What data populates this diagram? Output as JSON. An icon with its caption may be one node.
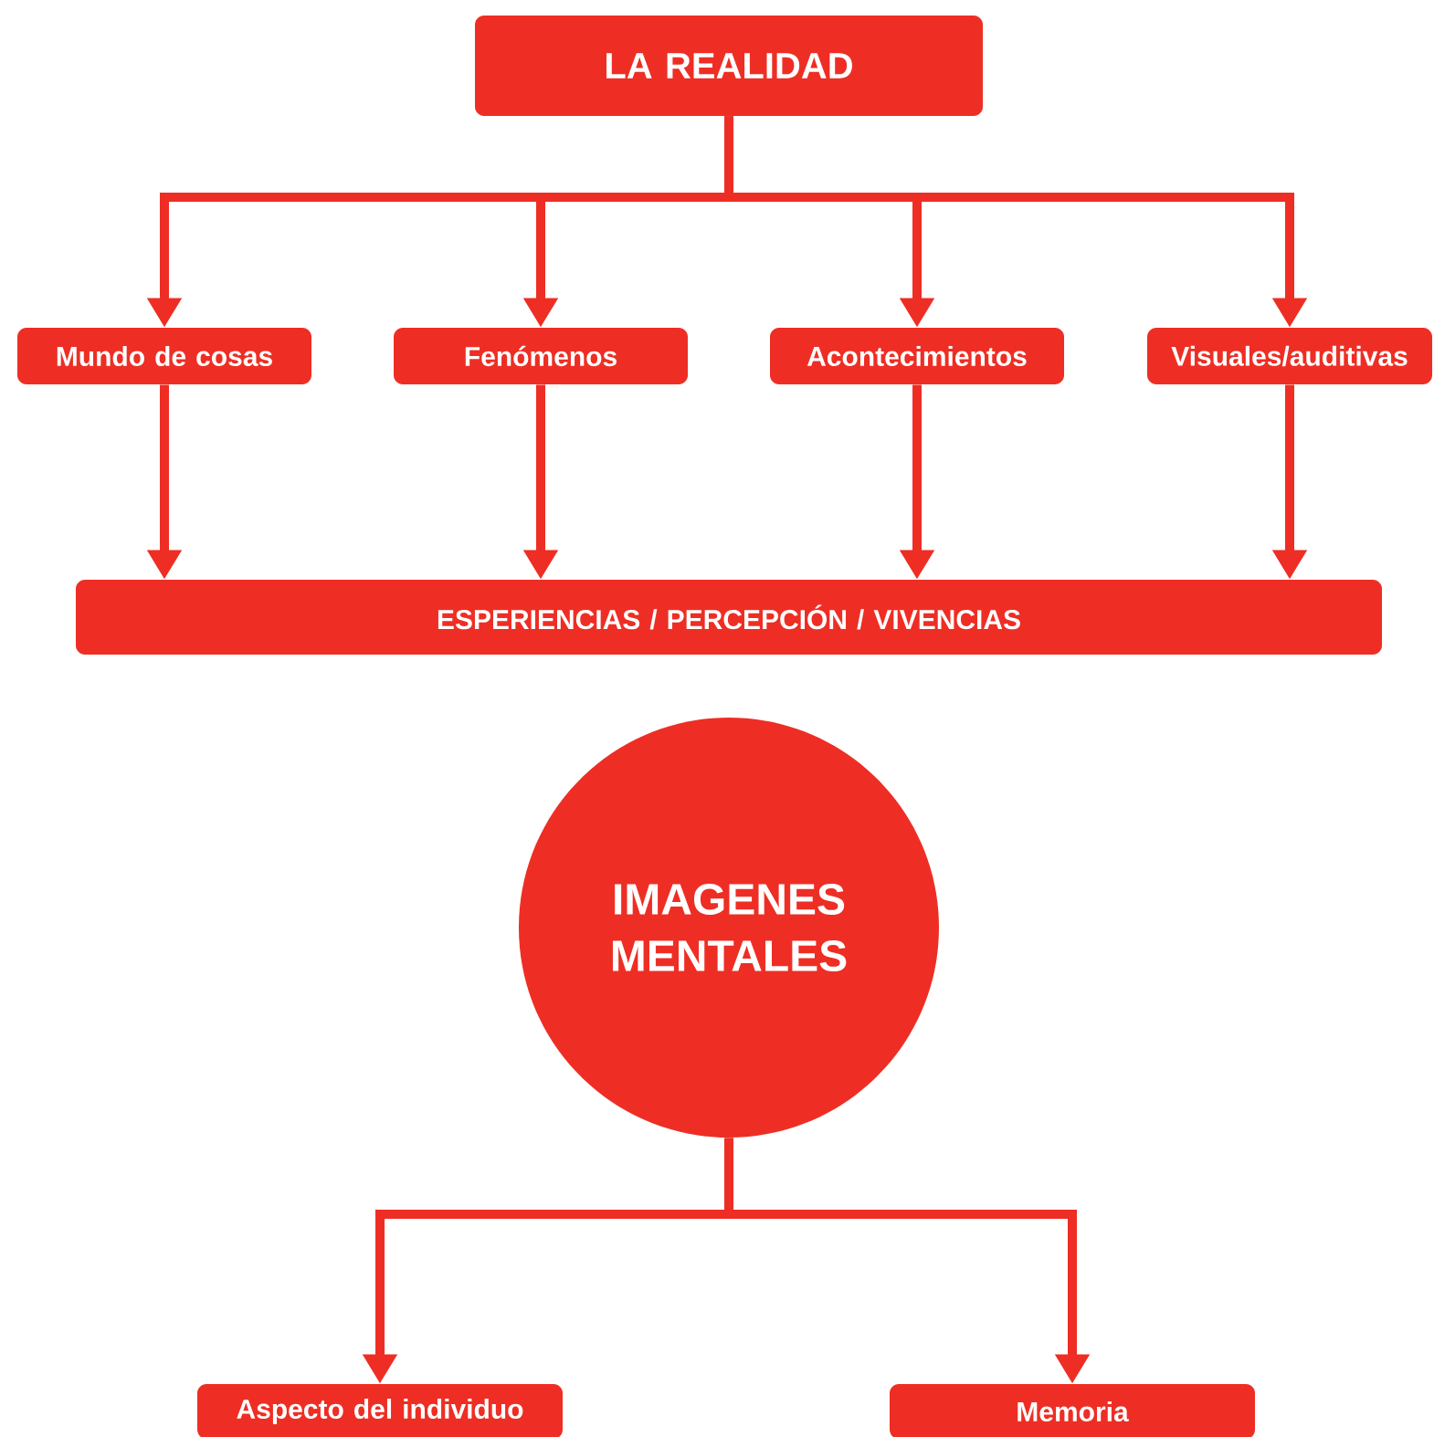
{
  "diagram": {
    "nodes": [
      {
        "text": [
          "LA REALIDAD"
        ]
      },
      {
        "text": [
          "Mundo de cosas"
        ]
      },
      {
        "text": [
          "Fenómenos"
        ]
      },
      {
        "text": [
          "Acontecimientos"
        ]
      },
      {
        "text": [
          "Visuales/auditivas"
        ]
      },
      {
        "text": [
          "ESPERIENCIAS / PERCEPCIÓN / VIVENCIAS"
        ]
      },
      {
        "text": [
          "IMAGENES MENTALES"
        ]
      },
      {
        "text": [
          "Aspecto del individuo"
        ]
      },
      {
        "text": [
          "Memoria"
        ]
      }
    ],
    "edges": [
      {
        "from": 0,
        "to": 1,
        "arrow": "to"
      },
      {
        "from": 0,
        "to": 2,
        "arrow": "to"
      },
      {
        "from": 0,
        "to": 3,
        "arrow": "to"
      },
      {
        "from": 0,
        "to": 4,
        "arrow": "to"
      },
      {
        "from": 1,
        "to": 5,
        "arrow": "to"
      },
      {
        "from": 2,
        "to": 5,
        "arrow": "to"
      },
      {
        "from": 3,
        "to": 5,
        "arrow": "to"
      },
      {
        "from": 4,
        "to": 5,
        "arrow": "to"
      },
      {
        "from": 6,
        "to": 7,
        "arrow": "to"
      },
      {
        "from": 6,
        "to": 8,
        "arrow": "to"
      }
    ]
  }
}
